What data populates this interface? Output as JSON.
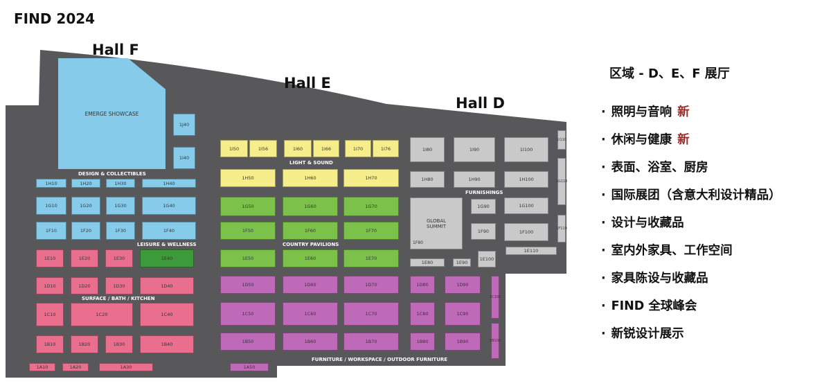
{
  "page_title": "FIND 2024",
  "halls": {
    "f": "Hall  F",
    "e": "Hall  E",
    "d": "Hall  D"
  },
  "zones": {
    "emerge": "EMERGE SHOWCASE",
    "design": "DESIGN & COLLECTIBLES",
    "light": "LIGHT & SOUND",
    "furnishings": "FURNISHINGS",
    "leisure": "LEISURE & WELLNESS",
    "country": "COUNTRY PAVILIONS",
    "surface": "SURFACE / BATH / KITCHEN",
    "furniture": "FURNITURE / WORKSPACE / OUTDOOR FURNITURE",
    "summit_line1": "GLOBAL",
    "summit_line2": "SUMMIT"
  },
  "booths": {
    "j40": "1J40",
    "i40": "1I40",
    "i50": "1I50",
    "i56": "1I56",
    "i60": "1I60",
    "i66": "1I66",
    "i70": "1I70",
    "i76": "1I76",
    "i80": "1I80",
    "i90": "1I90",
    "i100": "1I100",
    "i110": "1I110",
    "h10": "1H10",
    "h20": "1H20",
    "h30": "1H30",
    "h40": "1H40",
    "h50": "1H50",
    "h60": "1H60",
    "h70": "1H70",
    "h80": "1H80",
    "h90": "1H90",
    "h100": "1H100",
    "g110": "1G110",
    "g10": "1G10",
    "g20": "1G20",
    "g30": "1G30",
    "g40": "1G40",
    "g50": "1G50",
    "g60": "1G60",
    "g70": "1G70",
    "g90": "1G90",
    "g100": "1G100",
    "f10": "1F10",
    "f20": "1F20",
    "f30": "1F30",
    "f40": "1F40",
    "f50": "1F50",
    "f60": "1F60",
    "f70": "1F70",
    "f80": "1F80",
    "f90": "1F90",
    "f100": "1F100",
    "f110": "1F110",
    "e10": "1E10",
    "e20": "1E20",
    "e30": "1E30",
    "e40": "1E40",
    "e50": "1E50",
    "e60": "1E60",
    "e70": "1E70",
    "e80": "1E80",
    "e90": "1E90",
    "e100": "1E100",
    "e110": "1E110",
    "d10": "1D10",
    "d20": "1D20",
    "d30": "1D30",
    "d40": "1D40",
    "d50": "1D50",
    "d60": "1D60",
    "d70": "1D70",
    "d80": "1D80",
    "d90": "1D90",
    "c100": "1C100",
    "c10": "1C10",
    "c20": "1C20",
    "c40": "1C40",
    "c50": "1C50",
    "c60": "1C60",
    "c70": "1C70",
    "c80": "1C80",
    "c90": "1C90",
    "b10": "1B10",
    "b20": "1B20",
    "b30": "1B30",
    "b40": "1B40",
    "b50": "1B50",
    "b60": "1B60",
    "b70": "1B70",
    "b80": "1B80",
    "b90": "1B90",
    "b100": "1B100",
    "a10": "1A10",
    "a20": "1A20",
    "a30": "1A30",
    "a50": "1A50"
  },
  "legend": {
    "title": "区域 - D、E、F 展厅",
    "bullet": "·",
    "new_label": "新",
    "items": [
      "照明与音响",
      "休闲与健康",
      "表面、浴室、厨房",
      "国际展团（含意大利设计精品）",
      "设计与收藏品",
      "室内外家具、工作空间",
      "家具陈设与收藏品",
      "FIND 全球峰会",
      "新锐设计展示"
    ]
  },
  "colors": {
    "floor": "#58585a",
    "light_sound": "#f6ee8a",
    "country": "#7cc24a",
    "leisure_highlight": "#3d9a3a",
    "furniture": "#bf6ab8",
    "surface": "#ea6f8f",
    "design": "#87cbea",
    "furnishings": "#c9c9c9",
    "new_accent": "#9b2a2a"
  }
}
